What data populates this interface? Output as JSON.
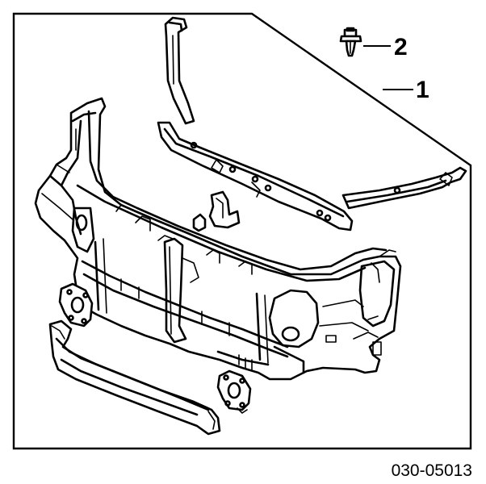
{
  "diagram": {
    "reference_code": "030-05013",
    "callouts": [
      {
        "label": "1",
        "part": "radiator-core-support"
      },
      {
        "label": "2",
        "part": "clip"
      }
    ],
    "colors": {
      "line": "#000000",
      "background": "#ffffff"
    }
  }
}
